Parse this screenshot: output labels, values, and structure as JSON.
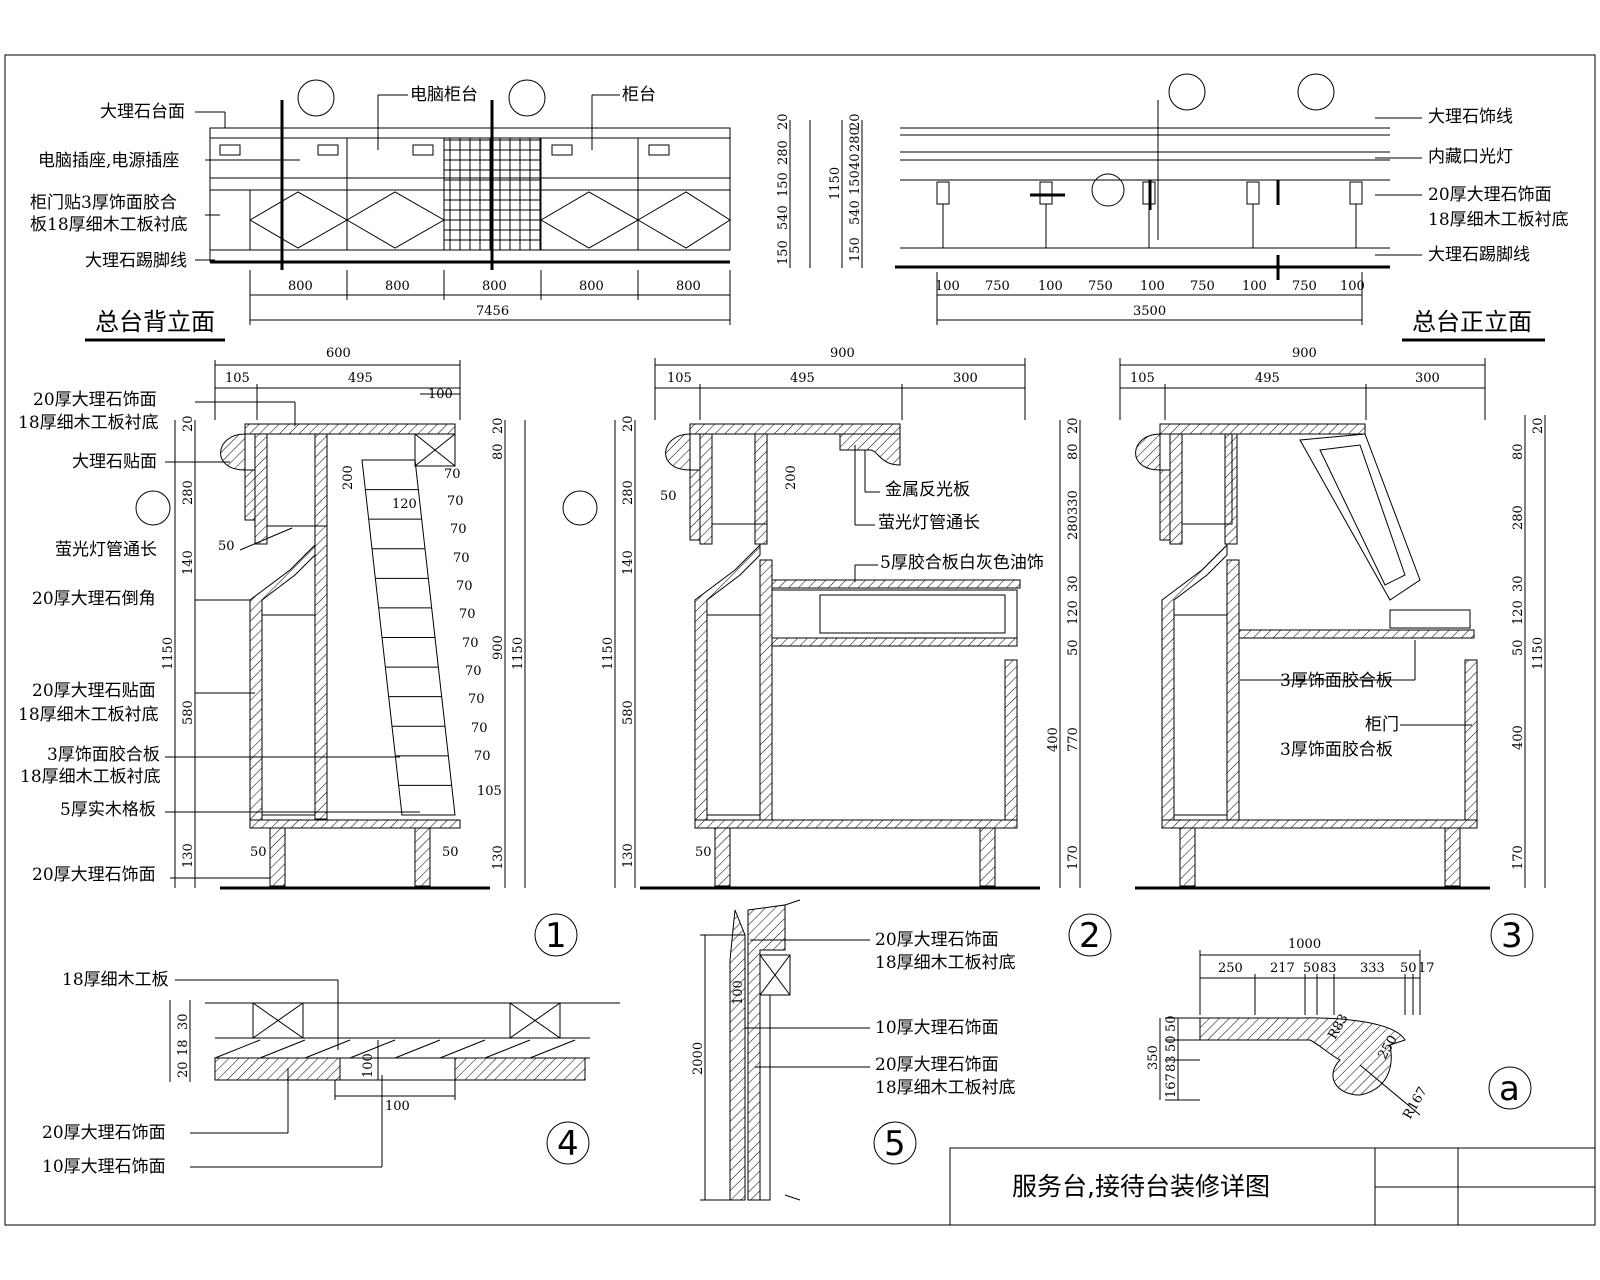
{
  "drawing": {
    "back_elevation": {
      "title": "总台背立面",
      "labels": [
        "大理石台面",
        "电脑插座,电源插座",
        "柜门贴3厚饰面胶合",
        "板18厚细木工板衬底",
        "大理石踢脚线"
      ],
      "top_labels": [
        "电脑柜台",
        "柜台"
      ],
      "dims_bottom": [
        "800",
        "800",
        "800",
        "800",
        "800"
      ],
      "total": "7456",
      "dims_right": [
        "20",
        "280",
        "150",
        "540",
        "150"
      ]
    },
    "front_elevation": {
      "title": "总台正立面",
      "labels": [
        "大理石饰线",
        "内藏口光灯",
        "20厚大理石饰面",
        "18厚细木工板衬底",
        "大理石踢脚线"
      ],
      "dims_bottom": [
        "100",
        "750",
        "100",
        "750",
        "100",
        "750",
        "100",
        "750",
        "100"
      ],
      "total": "3500",
      "dims_left": [
        "20",
        "280",
        "40",
        "150",
        "540",
        "150"
      ],
      "total_left": "1150"
    },
    "section1": {
      "labels": [
        "20厚大理石饰面",
        "18厚细木工板衬底",
        "大理石贴面",
        "萤光灯管通长",
        "20厚大理石倒角",
        "20厚大理石贴面",
        "18厚细木工板衬底",
        "3厚饰面胶合板",
        "18厚细木工板衬底",
        "5厚实木格板",
        "20厚大理石饰面"
      ],
      "dims_top": [
        "600",
        "105",
        "495",
        "100"
      ],
      "dims_left": [
        "20",
        "280",
        "140",
        "580",
        "130",
        "1150"
      ],
      "dims_right": [
        "20",
        "80",
        "900",
        "130",
        "1150"
      ],
      "slat_dims": [
        "70",
        "70",
        "70",
        "70",
        "70",
        "70",
        "70",
        "70",
        "70",
        "70",
        "70",
        "105"
      ],
      "other": [
        "200",
        "120",
        "50",
        "50",
        "50"
      ],
      "number": "1"
    },
    "section2": {
      "labels": [
        "金属反光板",
        "萤光灯管通长",
        "5厚胶合板白灰色油饰"
      ],
      "dims_top": [
        "900",
        "105",
        "495",
        "300"
      ],
      "dims_left": [
        "20",
        "280",
        "140",
        "580",
        "130",
        "1150"
      ],
      "dims_right": [
        "20",
        "80",
        "330",
        "280",
        "30",
        "120",
        "50",
        "400",
        "770",
        "170"
      ],
      "other": [
        "200",
        "50",
        "50"
      ],
      "number": "2"
    },
    "section3": {
      "labels": [
        "3厚饰面胶合板",
        "柜门",
        "3厚饰面胶合板"
      ],
      "dims_top": [
        "900",
        "105",
        "495",
        "300"
      ],
      "dims_right": [
        "20",
        "80",
        "280",
        "30",
        "120",
        "50",
        "400",
        "170",
        "1150"
      ],
      "number": "3"
    },
    "detail4": {
      "labels": [
        "18厚细木工板",
        "20厚大理石饰面",
        "10厚大理石饰面"
      ],
      "dims": [
        "30",
        "18",
        "20",
        "100",
        "100"
      ],
      "number": "4"
    },
    "detail5": {
      "labels": [
        "20厚大理石饰面",
        "18厚细木工板衬底",
        "10厚大理石饰面",
        "20厚大理石饰面",
        "18厚细木工板衬底"
      ],
      "dims": [
        "2000",
        "100"
      ],
      "number": "5"
    },
    "detail_a": {
      "dims_top": [
        "1000",
        "250",
        "217",
        "50",
        "83",
        "333",
        "50",
        "17"
      ],
      "dims_left": [
        "50",
        "50",
        "83",
        "350",
        "167"
      ],
      "radius": "R167",
      "other": [
        "R83",
        "250"
      ],
      "number": "a"
    },
    "title_block": {
      "title": "服务台,接待台装修详图"
    }
  }
}
